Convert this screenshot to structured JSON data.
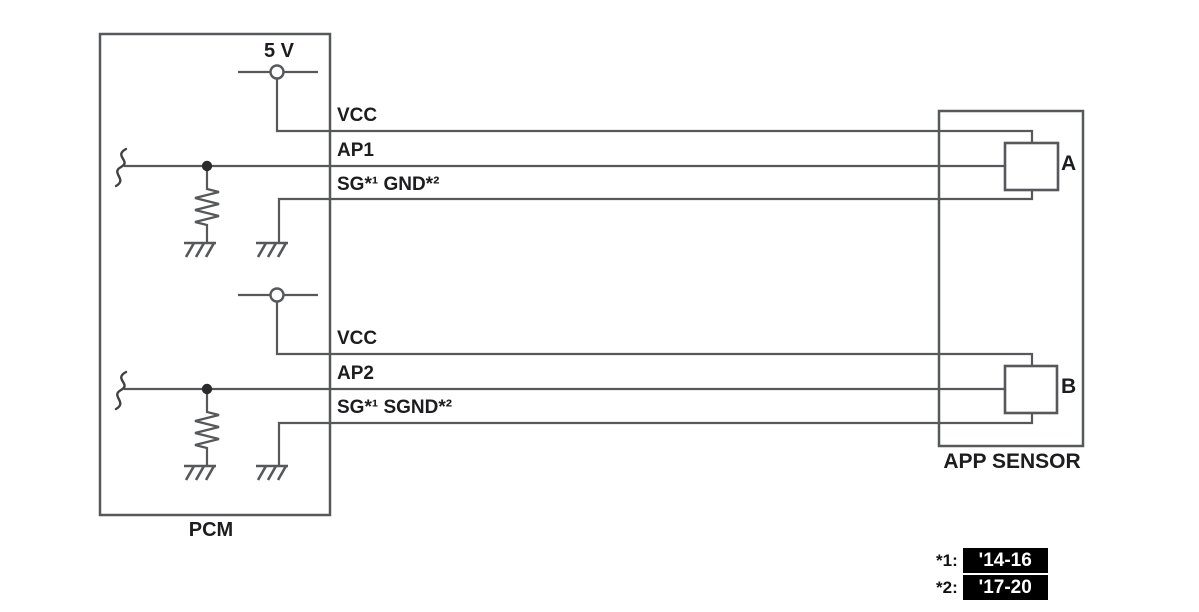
{
  "pcm": {
    "label": "PCM",
    "supply_label": "5 V"
  },
  "channel1": {
    "vcc_label": "VCC",
    "signal_label": "AP1",
    "ground_label": "SG*¹ GND*²"
  },
  "channel2": {
    "vcc_label": "VCC",
    "signal_label": "AP2",
    "ground_label": "SG*¹ SGND*²"
  },
  "sensor": {
    "label": "APP SENSOR",
    "connector_a_label": "A",
    "connector_b_label": "B"
  },
  "legend": {
    "items": [
      {
        "key": "*1:",
        "value": "'14-16"
      },
      {
        "key": "*2:",
        "value": "'17-20"
      }
    ]
  },
  "colors": {
    "wire": "#57585a",
    "text": "#1d1d1f",
    "legend_bg": "#000000",
    "legend_fg": "#ffffff"
  }
}
